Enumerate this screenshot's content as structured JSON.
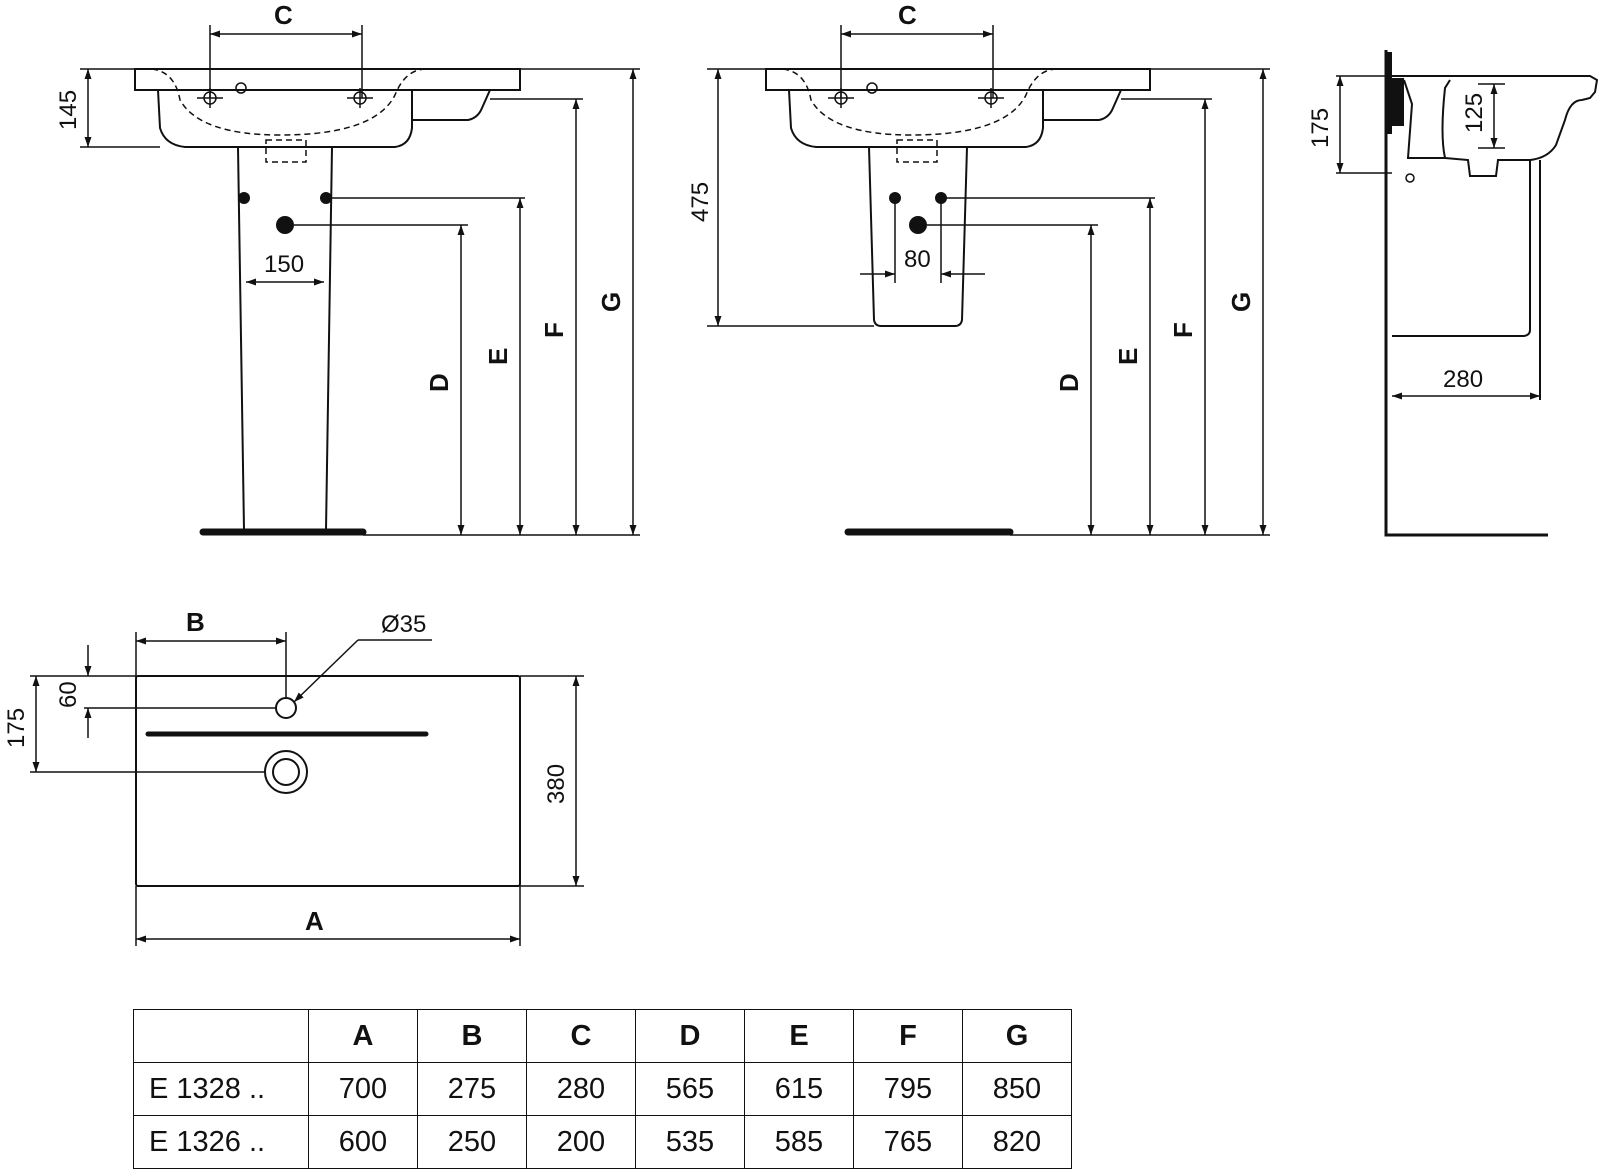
{
  "front_view_pedestal": {
    "dim_C": "C",
    "dim_145": "145",
    "dim_150": "150",
    "dim_D": "D",
    "dim_E": "E",
    "dim_F": "F",
    "dim_G": "G"
  },
  "front_view_semipedestal": {
    "dim_C": "C",
    "dim_475": "475",
    "dim_80": "80",
    "dim_D": "D",
    "dim_E": "E",
    "dim_F": "F",
    "dim_G": "G"
  },
  "side_view": {
    "dim_175": "175",
    "dim_125": "125",
    "dim_280": "280"
  },
  "top_view": {
    "dim_B": "B",
    "dim_diameter": "Ø35",
    "dim_60": "60",
    "dim_175": "175",
    "dim_380": "380",
    "dim_A": "A"
  },
  "table": {
    "headers": [
      "A",
      "B",
      "C",
      "D",
      "E",
      "F",
      "G"
    ],
    "rows": [
      {
        "model": "E 1328 ..",
        "values": [
          "700",
          "275",
          "280",
          "565",
          "615",
          "795",
          "850"
        ]
      },
      {
        "model": "E 1326 ..",
        "values": [
          "600",
          "250",
          "200",
          "535",
          "585",
          "765",
          "820"
        ]
      }
    ]
  }
}
